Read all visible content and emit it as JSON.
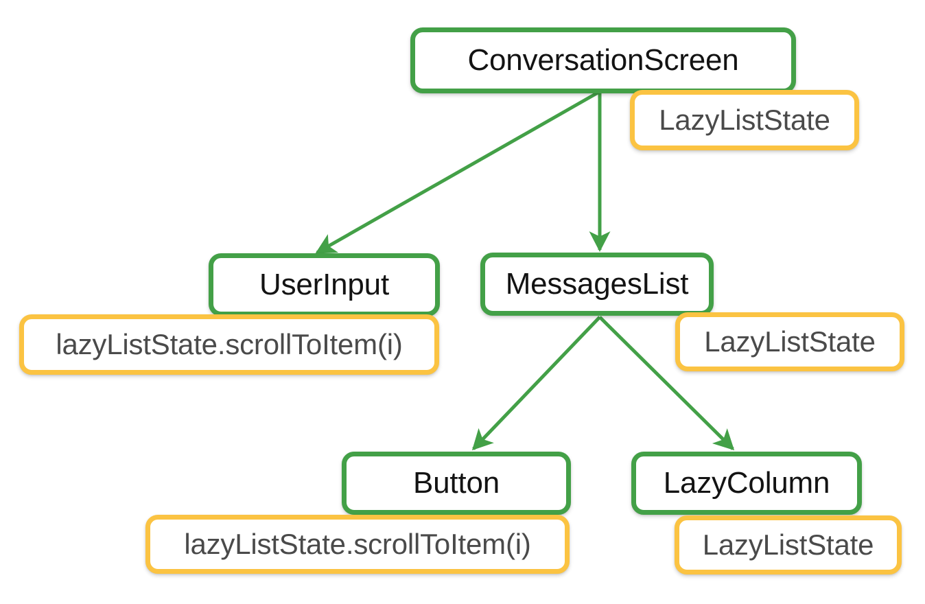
{
  "diagram": {
    "title": "Compose UI hierarchy with LazyListState hoisting",
    "colors": {
      "background": "#ffffff",
      "composable_border": "#43a047",
      "state_border": "#fbc342",
      "edge": "#43a047",
      "composable_text": "#131313",
      "state_text": "#4a4a4a"
    },
    "nodes": {
      "conversation_screen": {
        "label": "ConversationScreen",
        "kind": "composable"
      },
      "lazyliststate_conversation": {
        "label": "LazyListState",
        "kind": "state"
      },
      "user_input": {
        "label": "UserInput",
        "kind": "composable"
      },
      "lazyliststate_userinput": {
        "label": "lazyListState.scrollToItem(i)",
        "kind": "state"
      },
      "messages_list": {
        "label": "MessagesList",
        "kind": "composable"
      },
      "lazyliststate_messageslist": {
        "label": "LazyListState",
        "kind": "state"
      },
      "button": {
        "label": "Button",
        "kind": "composable"
      },
      "lazyliststate_button": {
        "label": "lazyListState.scrollToItem(i)",
        "kind": "state"
      },
      "lazy_column": {
        "label": "LazyColumn",
        "kind": "composable"
      },
      "lazyliststate_lazycolumn": {
        "label": "LazyListState",
        "kind": "state"
      }
    },
    "edges": [
      {
        "from": "conversation_screen",
        "to": "user_input"
      },
      {
        "from": "conversation_screen",
        "to": "messages_list"
      },
      {
        "from": "messages_list",
        "to": "button"
      },
      {
        "from": "messages_list",
        "to": "lazy_column"
      }
    ]
  }
}
